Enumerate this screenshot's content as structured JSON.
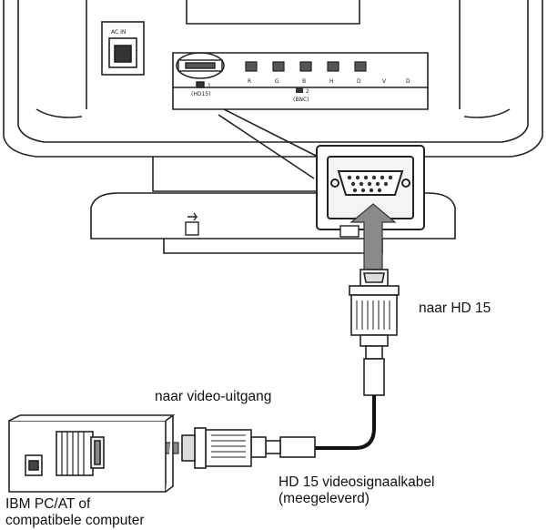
{
  "monitor": {
    "ac_in_label": "AC IN",
    "input1_label": "1",
    "input1_sub": "(HD15)",
    "input2_label": "2",
    "input2_sub": "(BNC)",
    "bnc_letters": [
      "R",
      "G",
      "B",
      "H",
      "D",
      "V",
      "D"
    ]
  },
  "labels": {
    "to_hd15": "naar HD 15",
    "to_video_output": "naar video-uitgang",
    "cable_line1": "HD 15 videosignaalkabel",
    "cable_line2": "(meegeleverd)",
    "computer_line1": "IBM PC/AT of",
    "computer_line2": "compatibele computer"
  },
  "icons": {
    "plug": "plug-icon",
    "arrow": "arrow-icon",
    "tilt_lock": "lock-icon"
  }
}
